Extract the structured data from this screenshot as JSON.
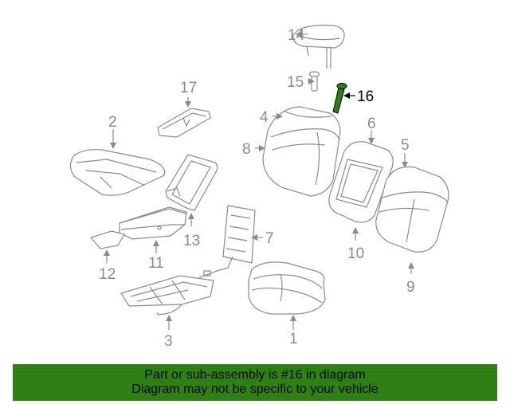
{
  "diagram": {
    "highlight_color": "#2e8012",
    "callouts": [
      {
        "id": "1",
        "label": "1"
      },
      {
        "id": "2",
        "label": "2"
      },
      {
        "id": "3",
        "label": "3"
      },
      {
        "id": "4",
        "label": "4"
      },
      {
        "id": "5",
        "label": "5"
      },
      {
        "id": "6",
        "label": "6"
      },
      {
        "id": "7",
        "label": "7"
      },
      {
        "id": "8",
        "label": "8"
      },
      {
        "id": "9",
        "label": "9"
      },
      {
        "id": "10",
        "label": "10"
      },
      {
        "id": "11",
        "label": "11"
      },
      {
        "id": "12",
        "label": "12"
      },
      {
        "id": "13",
        "label": "13"
      },
      {
        "id": "14",
        "label": "14"
      },
      {
        "id": "15",
        "label": "15"
      },
      {
        "id": "16",
        "label": "16"
      },
      {
        "id": "17",
        "label": "17"
      }
    ]
  },
  "banner": {
    "line1": "Part or sub-assembly is #16 in diagram",
    "line2": "Diagram may not be specific to your vehicle",
    "background_color": "#2e8012"
  }
}
